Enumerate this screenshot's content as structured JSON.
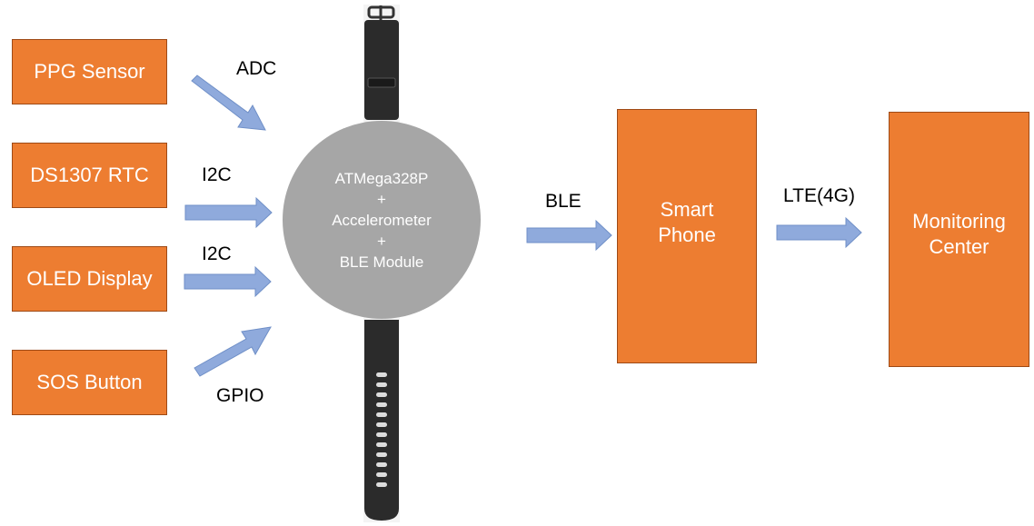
{
  "sensors": [
    {
      "label": "PPG Sensor"
    },
    {
      "label": "DS1307 RTC"
    },
    {
      "label": "OLED Display"
    },
    {
      "label": "SOS Button"
    }
  ],
  "interfaces": {
    "adc": "ADC",
    "i2c_rtc": "I2C",
    "i2c_oled": "I2C",
    "gpio": "GPIO",
    "ble": "BLE",
    "lte": "LTE(4G)"
  },
  "hub": {
    "line1": "ATMega328P",
    "plus1": "+",
    "line2": "Accelerometer",
    "plus2": "+",
    "line3": "BLE Module"
  },
  "smartphone": {
    "label": "Smart\nPhone"
  },
  "monitoring": {
    "label": "Monitoring\nCenter"
  },
  "colors": {
    "box_fill": "#ed7d31",
    "arrow_fill": "#8faadc",
    "hub_fill": "#a6a6a6",
    "strap": "#2b2b2b"
  }
}
